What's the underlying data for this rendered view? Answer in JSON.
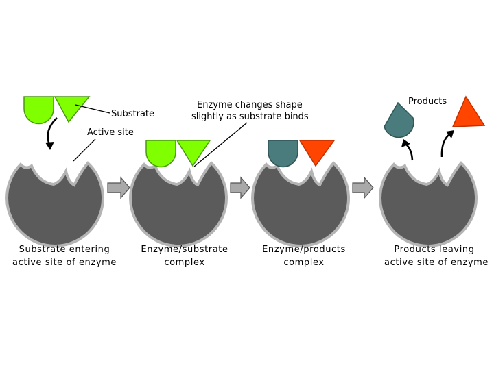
{
  "colors": {
    "enzyme_fill": "#5b5b5b",
    "enzyme_outline": "#b4b4b4",
    "substrate_green": "#7fff00",
    "substrate_green_edge": "#4a9a10",
    "product_teal": "#4a7c7e",
    "product_teal_edge": "#2f5557",
    "product_red": "#ff4500",
    "product_red_edge": "#c03000",
    "arrow_gray": "#a9a9a9"
  },
  "labels": {
    "substrate": "Substrate",
    "active_site": "Active site",
    "enzyme_changes_line1": "Enzyme changes shape",
    "enzyme_changes_line2": "slightly as substrate binds",
    "products": "Products"
  },
  "stages": [
    {
      "caption_line1": "Substrate entering",
      "caption_line2": "active site of enzyme"
    },
    {
      "caption_line1": "Enzyme/substrate",
      "caption_line2": "complex"
    },
    {
      "caption_line1": "Enzyme/products",
      "caption_line2": "complex"
    },
    {
      "caption_line1": "Products leaving",
      "caption_line2": "active site of enzyme"
    }
  ]
}
